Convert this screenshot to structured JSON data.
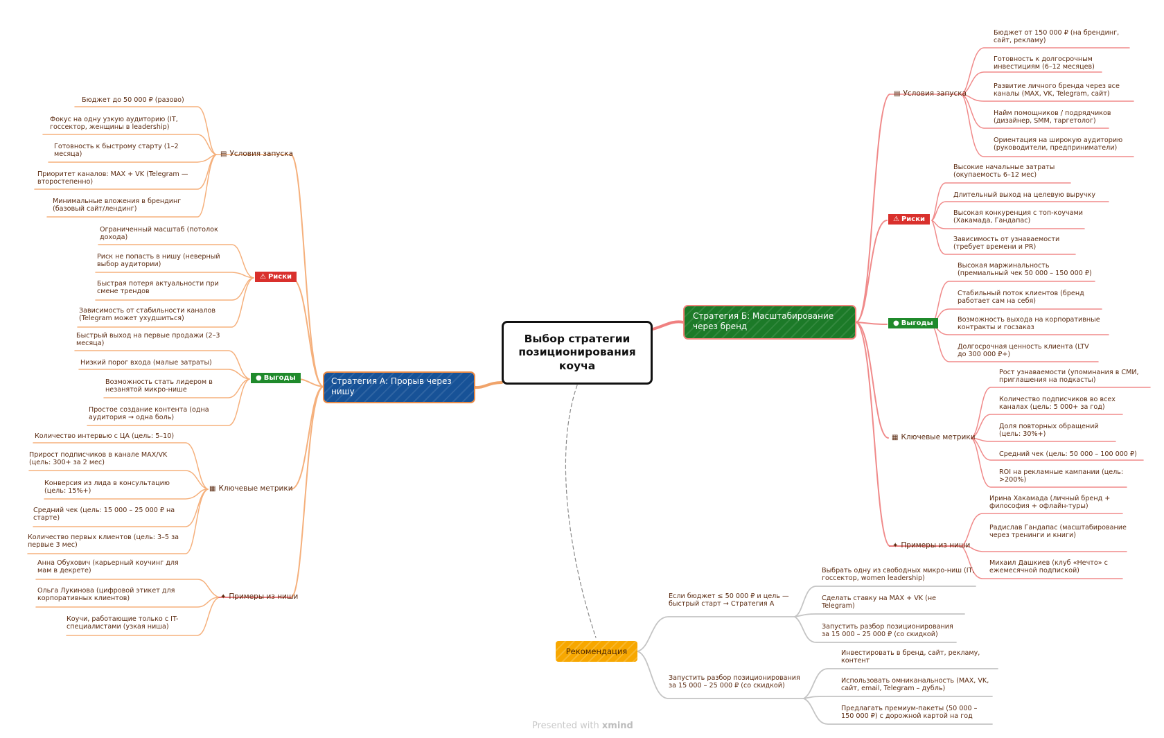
{
  "central": "Выбор стратегии позиционирования коуча",
  "strategy_a": {
    "title": "Стратегия А: Прорыв через нишу",
    "conditions": {
      "label": "Условия запуска",
      "icon": "clipboard-icon",
      "items": [
        "Бюджет до 50 000 ₽ (разово)",
        "Фокус на одну узкую аудиторию (IT, госсектор, женщины в leadership)",
        "Готовность к быстрому старту (1–2 месяца)",
        "Приоритет каналов: MAX + VK (Telegram — второстепенно)",
        "Минимальные вложения в брендинг (базовый сайт/лендинг)"
      ]
    },
    "risks": {
      "label": "Риски",
      "icon": "warning-icon",
      "items": [
        "Ограниченный масштаб (потолок дохода)",
        "Риск не попасть в нишу (неверный выбор аудитории)",
        "Быстрая потеря актуальности при смене трендов",
        "Зависимость от стабильности каналов (Telegram может ухудшиться)"
      ]
    },
    "benefits": {
      "label": "Выгоды",
      "icon": "money-bag-icon",
      "items": [
        "Быстрый выход на первые продажи (2–3 месяца)",
        "Низкий порог входа (малые затраты)",
        "Возможность стать лидером в незанятой микро-нише",
        "Простое создание контента (одна аудитория → одна боль)"
      ]
    },
    "metrics": {
      "label": "Ключевые метрики",
      "icon": "chart-icon",
      "items": [
        "Количество интервью с ЦА (цель: 5–10)",
        "Прирост подписчиков в канале MAX/VK (цель: 300+ за 2 мес)",
        "Конверсия из лида в консультацию (цель: 15%+)",
        "Средний чек (цель: 15 000 – 25 000 ₽ на старте)",
        "Количество первых клиентов (цель: 3–5 за первые 3 мес)"
      ]
    },
    "examples": {
      "label": "Примеры из ниши",
      "icon": "lightbulb-icon",
      "items": [
        "Анна Обухович (карьерный коучинг для мам в декрете)",
        "Ольга Лукинова (цифровой этикет для корпоративных клиентов)",
        "Коучи, работающие только с IT-специалистами (узкая ниша)"
      ]
    }
  },
  "strategy_b": {
    "title": "Стратегия Б: Масштабирование через бренд",
    "conditions": {
      "label": "Условия запуска",
      "icon": "clipboard-icon",
      "items": [
        "Бюджет от 150 000 ₽ (на брендинг, сайт, рекламу)",
        "Готовность к долгосрочным инвестициям (6–12 месяцев)",
        "Развитие личного бренда через все каналы (MAX, VK, Telegram, сайт)",
        "Найм помощников / подрядчиков (дизайнер, SMM, таргетолог)",
        "Ориентация на широкую аудиторию (руководители, предприниматели)"
      ]
    },
    "risks": {
      "label": "Риски",
      "icon": "warning-icon",
      "items": [
        "Высокие начальные затраты (окупаемость 6–12 мес)",
        "Длительный выход на целевую выручку",
        "Высокая конкуренция с топ-коучами (Хакамада, Гандапас)",
        "Зависимость от узнаваемости (требует времени и PR)"
      ]
    },
    "benefits": {
      "label": "Выгоды",
      "icon": "money-bag-icon",
      "items": [
        "Высокая маржинальность (премиальный чек 50 000 – 150 000 ₽)",
        "Стабильный поток клиентов (бренд работает сам на себя)",
        "Возможность выхода на корпоративные контракты и госзаказ",
        "Долгосрочная ценность клиента (LTV до 300 000 ₽+)"
      ]
    },
    "metrics": {
      "label": "Ключевые метрики",
      "icon": "chart-icon",
      "items": [
        "Рост узнаваемости (упоминания в СМИ, приглашения на подкасты)",
        "Количество подписчиков во всех каналах (цель: 5 000+ за год)",
        "Доля повторных обращений (цель: 30%+)",
        "Средний чек (цель: 50 000 – 100 000 ₽)",
        "ROI на рекламные кампании (цель: >200%)"
      ]
    },
    "examples": {
      "label": "Примеры из ниши",
      "icon": "lightbulb-icon",
      "items": [
        "Ирина Хакамада (личный бренд + философия + офлайн-туры)",
        "Радислав Гандапас (масштабирование через тренинги и книги)",
        "Михаил Дашкиев (клуб «Нечто» с ежемесячной подпиской)"
      ]
    }
  },
  "recommendation": {
    "title": "Рекомендация",
    "branches": [
      {
        "label": "Если бюджет ≤ 50 000 ₽ и цель — быстрый старт → Стратегия А",
        "items": [
          "Выбрать одну из свободных микро-ниш (IT, госсектор, women leadership)",
          "Сделать ставку на MAX + VK (не Telegram)",
          "Запустить разбор позиционирования за 15 000 – 25 000 ₽ (со скидкой)"
        ]
      },
      {
        "label": "Запустить разбор позиционирования за 15 000 – 25 000 ₽ (со скидкой)",
        "items": [
          "Инвестировать в бренд, сайт, рекламу, контент",
          "Использовать омниканальность (MAX, VK, сайт, email, Telegram – дубль)",
          "Предлагать премиум-пакеты (50 000 – 150 000 ₽) с дорожной картой на год"
        ]
      }
    ]
  },
  "footer": {
    "prefix": "Presented with",
    "brand": "xmind"
  },
  "colors": {
    "orange": "#f0a36a",
    "red": "#f08080",
    "gray": "#c4c4c4"
  }
}
